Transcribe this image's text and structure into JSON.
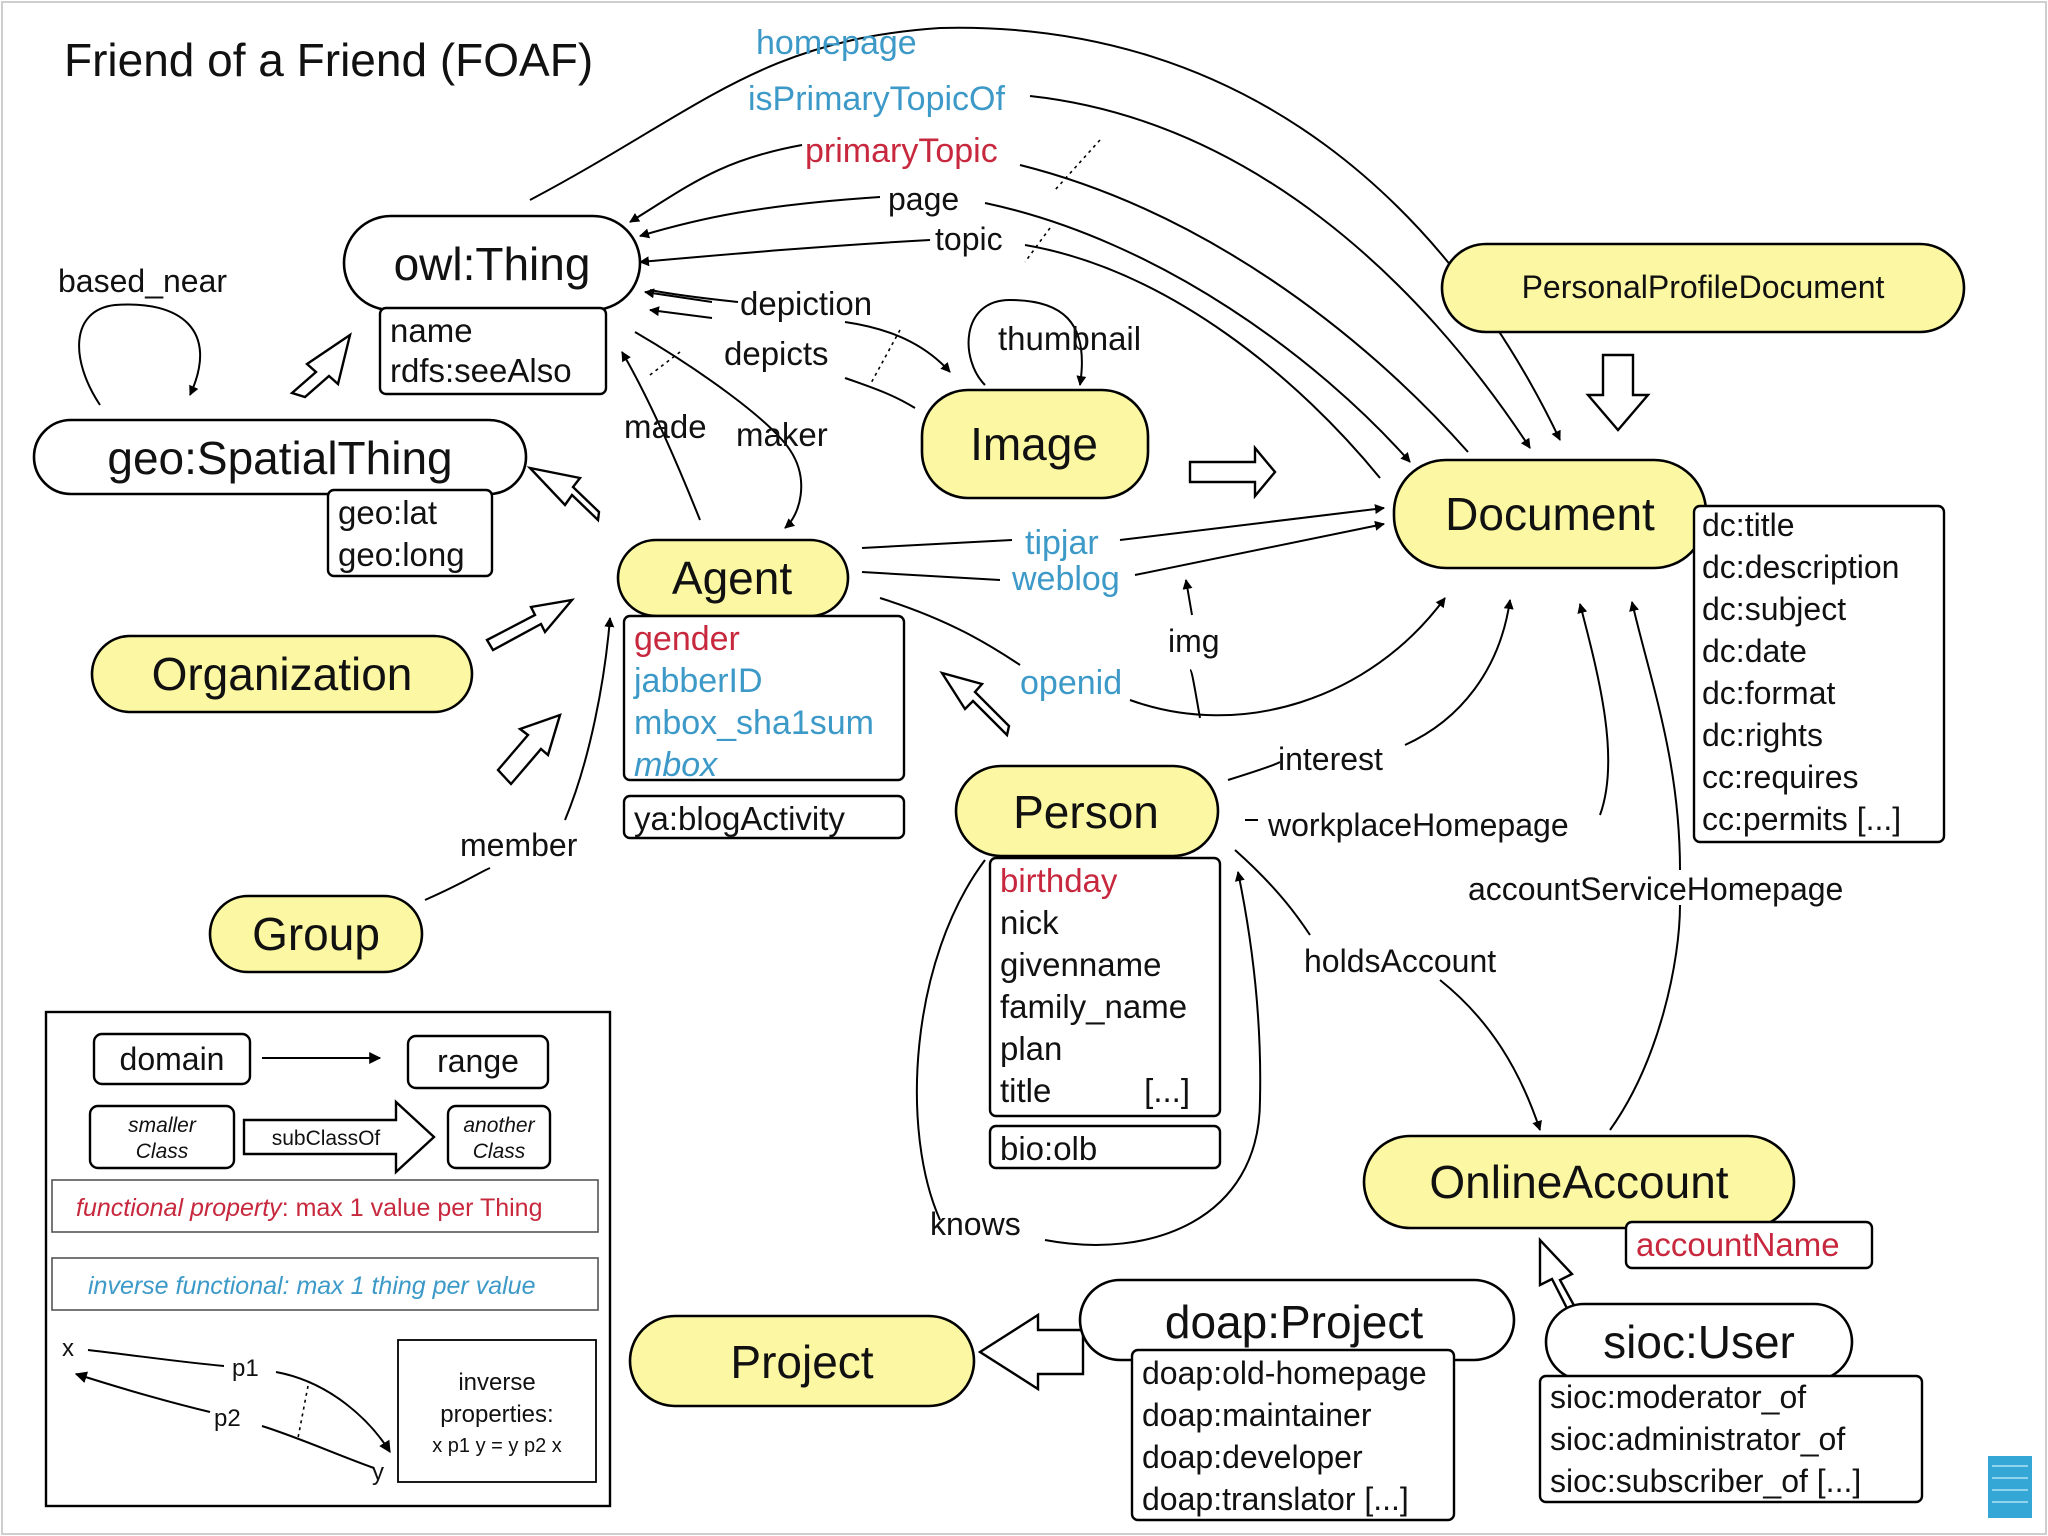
{
  "title": "Friend of a Friend (FOAF)",
  "colors": {
    "node": "#fbf7a2",
    "blue": "#3d9ac8",
    "red": "#c8283e",
    "corner_badge": "#34a7d6"
  },
  "nodes": {
    "owl_thing": {
      "label": "owl:Thing",
      "props": [
        "name",
        "rdfs:seeAlso"
      ]
    },
    "spatial_thing": {
      "label": "geo:SpatialThing",
      "props": [
        "geo:lat",
        "geo:long"
      ]
    },
    "organization": {
      "label": "Organization"
    },
    "group": {
      "label": "Group"
    },
    "agent": {
      "label": "Agent",
      "props_red": [
        "gender"
      ],
      "props_blue": [
        "jabberID",
        "mbox_sha1sum"
      ],
      "props_blue_italic": [
        "mbox"
      ],
      "extra": "ya:blogActivity"
    },
    "image": {
      "label": "Image"
    },
    "personal_profile_document": {
      "label": "PersonalProfileDocument"
    },
    "document": {
      "label": "Document",
      "props": [
        "dc:title",
        "dc:description",
        "dc:subject",
        "dc:date",
        "dc:format",
        "dc:rights",
        "cc:requires",
        "cc:permits [...]"
      ]
    },
    "person": {
      "label": "Person",
      "props_red": [
        "birthday"
      ],
      "props": [
        "nick",
        "givenname",
        "family_name",
        "plan",
        "title"
      ],
      "more": "[...]",
      "extra": "bio:olb"
    },
    "online_account": {
      "label": "OnlineAccount",
      "props_red": [
        "accountName"
      ]
    },
    "project": {
      "label": "Project"
    },
    "doap_project": {
      "label": "doap:Project",
      "props": [
        "doap:old-homepage",
        "doap:maintainer",
        "doap:developer",
        "doap:translator [...]"
      ]
    },
    "sioc_user": {
      "label": "sioc:User",
      "props": [
        "sioc:moderator_of",
        "sioc:administrator_of",
        "sioc:subscriber_of [...]"
      ]
    }
  },
  "edges": {
    "homepage": "homepage",
    "isPrimaryTopicOf": "isPrimaryTopicOf",
    "primaryTopic": "primaryTopic",
    "page": "page",
    "topic": "topic",
    "based_near": "based_near",
    "depiction": "depiction",
    "depicts": "depicts",
    "thumbnail": "thumbnail",
    "made": "made",
    "maker": "maker",
    "tipjar": "tipjar",
    "weblog": "weblog",
    "img": "img",
    "openid": "openid",
    "interest": "interest",
    "workplaceHomepage": "workplaceHomepage",
    "accountServiceHomepage": "accountServiceHomepage",
    "holdsAccount": "holdsAccount",
    "member": "member",
    "knows": "knows"
  },
  "legend": {
    "domain": "domain",
    "range": "range",
    "smaller_class": [
      "smaller",
      "Class"
    ],
    "subclassof": "subClassOf",
    "another_class": [
      "another",
      "Class"
    ],
    "functional_italic": "functional property",
    "functional_rest": ": max 1 value per Thing",
    "inverse_functional": "inverse functional: max 1 thing per value",
    "x": "x",
    "y": "y",
    "p1": "p1",
    "p2": "p2",
    "inverse_lines": [
      "inverse",
      "properties:",
      "x p1 y = y p2 x"
    ]
  }
}
